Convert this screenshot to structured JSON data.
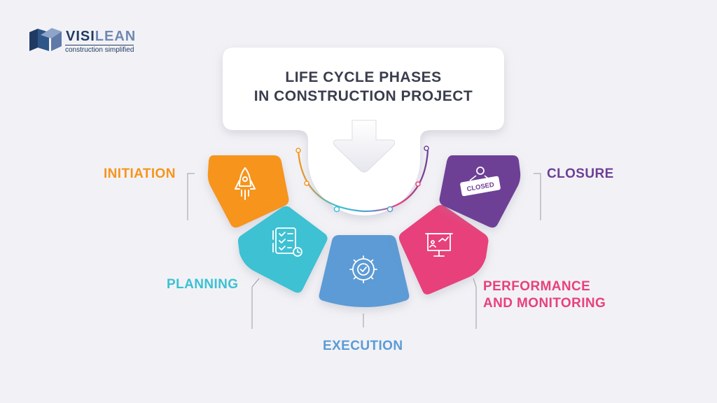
{
  "brand": {
    "name_part1": "VISI",
    "name_part2": "LEAN",
    "tagline": "construction simplified",
    "colors": {
      "dark": "#1f3b64",
      "light": "#6f88b3"
    }
  },
  "title": {
    "line1": "LIFE CYCLE PHASES",
    "line2": "IN CONSTRUCTION PROJECT"
  },
  "phases": [
    {
      "id": "initiation",
      "label": "INITIATION",
      "icon": "rocket-icon",
      "color": "#f7941d"
    },
    {
      "id": "planning",
      "label": "PLANNING",
      "icon": "checklist-icon",
      "color": "#3cc1d3"
    },
    {
      "id": "execution",
      "label": "EXECUTION",
      "icon": "gear-check-icon",
      "color": "#5b9bd5"
    },
    {
      "id": "performance",
      "label_line1": "PERFORMANCE",
      "label_line2": "AND MONITORING",
      "icon": "presentation-chart-icon",
      "color": "#e8417a"
    },
    {
      "id": "closure",
      "label": "CLOSURE",
      "icon": "closed-sign-icon",
      "sign_text": "CLOSED",
      "color": "#6d3f96"
    }
  ]
}
